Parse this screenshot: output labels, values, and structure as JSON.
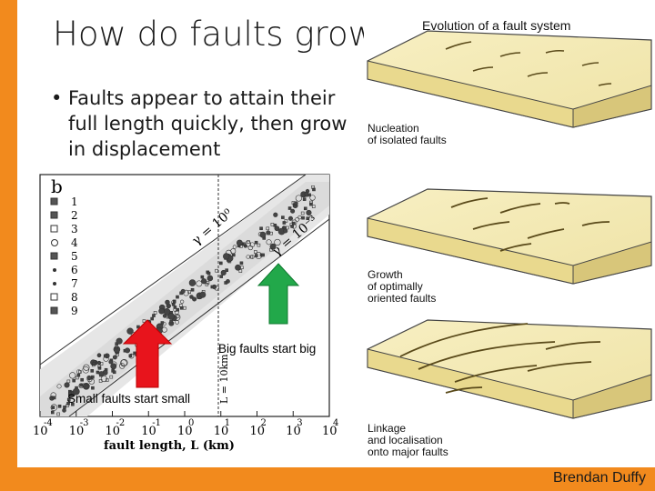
{
  "slide": {
    "title": "How do faults grow",
    "bullet": "Faults appear to attain their full length quickly, then grow in displacement",
    "credit": "Brendan Duffy",
    "annotations": {
      "big": "Big faults start big",
      "small": "Small faults start small"
    }
  },
  "evolution_figure": {
    "title": "Evolution of a fault system",
    "stages": [
      {
        "label_line1": "Nucleation",
        "label_line2": "of isolated faults"
      },
      {
        "label_line1": "Growth",
        "label_line2": "of optimally",
        "label_line3": "oriented faults"
      },
      {
        "label_line1": "Linkage",
        "label_line2": "and localisation",
        "label_line3": "onto major faults"
      }
    ]
  },
  "scatter_plot": {
    "panel_letter": "b",
    "legend_numbers": [
      "1",
      "2",
      "3",
      "4",
      "5",
      "6",
      "7",
      "8",
      "9"
    ],
    "xaxis_label": "fault length, L (km)",
    "x_tick_mantissa": [
      "10",
      "10",
      "10",
      "10",
      "10",
      "10",
      "10",
      "10",
      "10"
    ],
    "x_tick_exponents": [
      "-4",
      "-3",
      "-2",
      "-1",
      "0",
      "1",
      "2",
      "3",
      "4"
    ],
    "line_labels": {
      "upper": "γ = 10⁰",
      "lower": "γ = 10⁻³",
      "vertical": "L = 10km"
    }
  },
  "colors": {
    "accent": "#f28a1d",
    "arrow_up_red": "#e8141c",
    "arrow_up_green": "#22a84a",
    "block_fill": "#f3eab4"
  }
}
